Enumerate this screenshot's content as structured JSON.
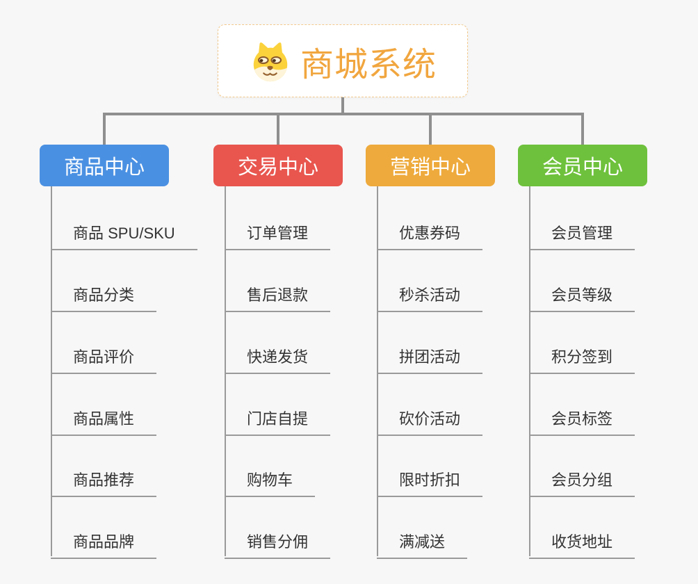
{
  "app": {
    "background": "#f7f7f7",
    "connector_color": "#8f8f8f",
    "sub_connector_color": "#9a9a9a"
  },
  "root": {
    "title": "商城系统",
    "icon": "dog-face-icon",
    "title_color": "#f1a63f",
    "border_color": "#f3c98c"
  },
  "branches": [
    {
      "id": "product-center",
      "label": "商品中心",
      "color": "#4a90e2",
      "children": [
        "商品 SPU/SKU",
        "商品分类",
        "商品评价",
        "商品属性",
        "商品推荐",
        "商品品牌"
      ]
    },
    {
      "id": "trade-center",
      "label": "交易中心",
      "color": "#e8564e",
      "children": [
        "订单管理",
        "售后退款",
        "快递发货",
        "门店自提",
        "购物车",
        "销售分佣"
      ]
    },
    {
      "id": "marketing-center",
      "label": "营销中心",
      "color": "#eeaa3c",
      "children": [
        "优惠券码",
        "秒杀活动",
        "拼团活动",
        "砍价活动",
        "限时折扣",
        "满减送"
      ]
    },
    {
      "id": "member-center",
      "label": "会员中心",
      "color": "#6ec13c",
      "children": [
        "会员管理",
        "会员等级",
        "积分签到",
        "会员标签",
        "会员分组",
        "收货地址"
      ]
    }
  ]
}
